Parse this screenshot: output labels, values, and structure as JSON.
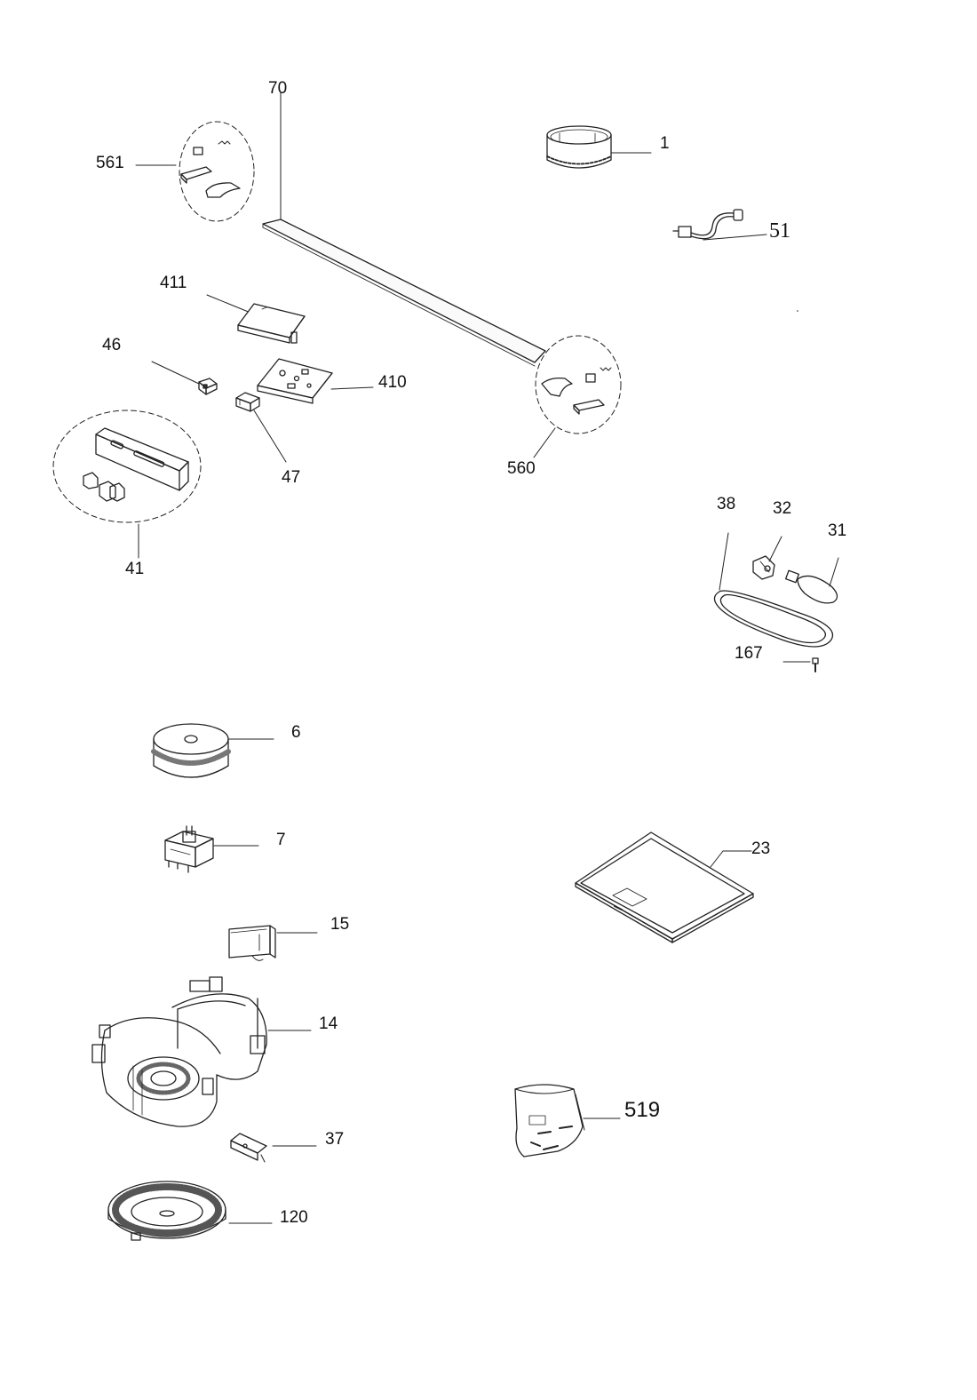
{
  "parts": [
    {
      "id": "70",
      "label": "70"
    },
    {
      "id": "561",
      "label": "561"
    },
    {
      "id": "1",
      "label": "1"
    },
    {
      "id": "51",
      "label": "51"
    },
    {
      "id": "411",
      "label": "411"
    },
    {
      "id": "46",
      "label": "46"
    },
    {
      "id": "410",
      "label": "410"
    },
    {
      "id": "47",
      "label": "47"
    },
    {
      "id": "41",
      "label": "41"
    },
    {
      "id": "560",
      "label": "560"
    },
    {
      "id": "38",
      "label": "38"
    },
    {
      "id": "32",
      "label": "32"
    },
    {
      "id": "31",
      "label": "31"
    },
    {
      "id": "167",
      "label": "167"
    },
    {
      "id": "6",
      "label": "6"
    },
    {
      "id": "7",
      "label": "7"
    },
    {
      "id": "23",
      "label": "23"
    },
    {
      "id": "15",
      "label": "15"
    },
    {
      "id": "14",
      "label": "14"
    },
    {
      "id": "519",
      "label": "519"
    },
    {
      "id": "37",
      "label": "37"
    },
    {
      "id": "120",
      "label": "120"
    }
  ]
}
